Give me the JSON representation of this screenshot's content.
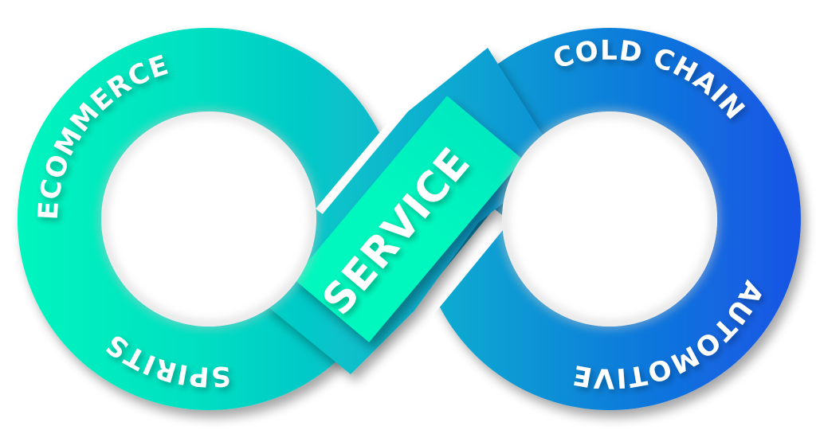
{
  "diagram": {
    "type": "infinity-loop",
    "center_label": "SERVICE",
    "left_loop": {
      "top_label": "ECOMMERCE",
      "bottom_label": "SPIRITS"
    },
    "right_loop": {
      "top_label": "COLD CHAIN",
      "bottom_label": "AUTOMOTIVE"
    },
    "colors": {
      "gradient_start": "#00F5BE",
      "gradient_mid": "#08B8CC",
      "gradient_end": "#1452E6",
      "text": "#FFFFFF",
      "background": "#FFFFFF",
      "shadow": "#9A9A9A"
    }
  }
}
